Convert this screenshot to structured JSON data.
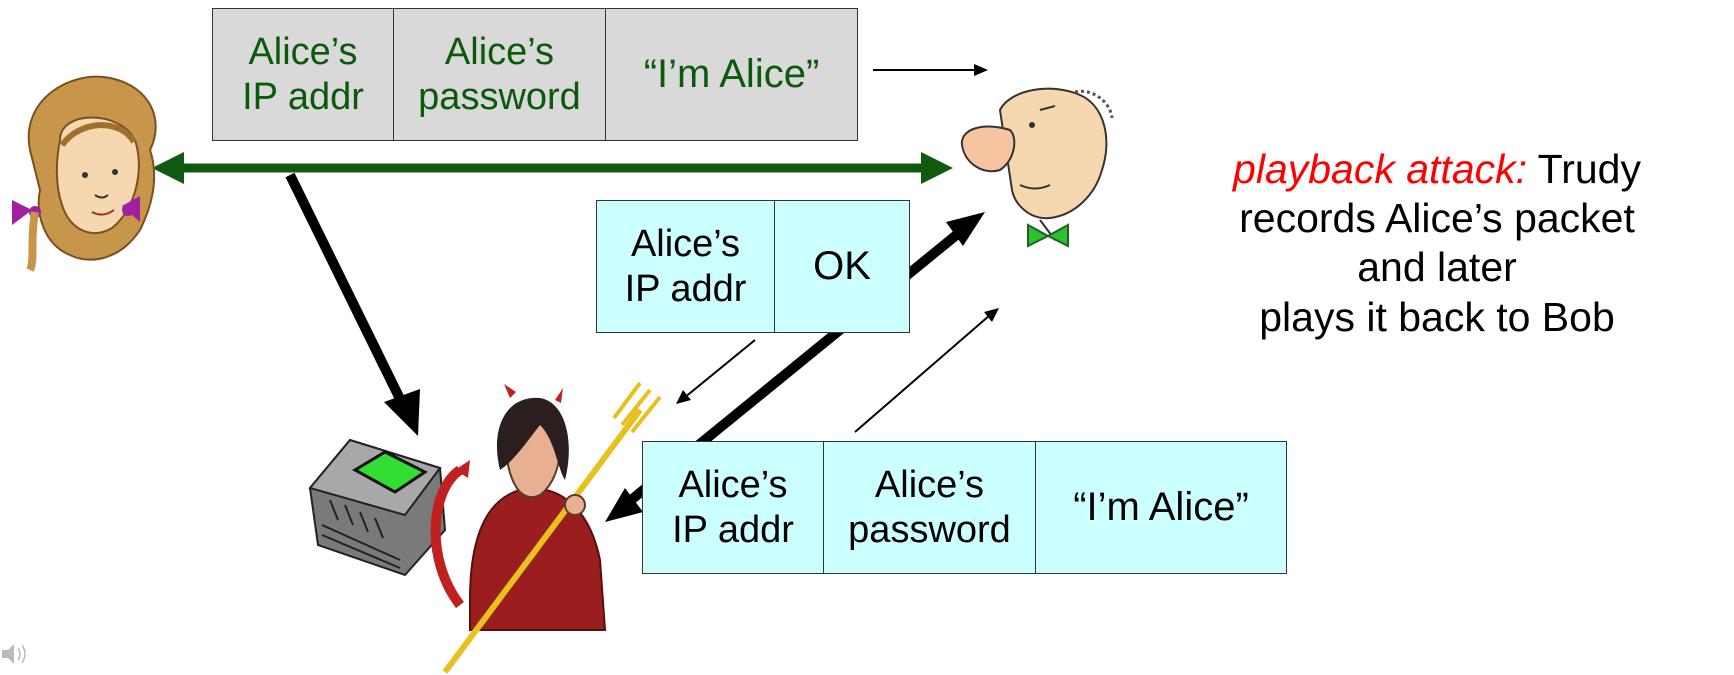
{
  "colors": {
    "legit_flow": "#0f5a0f",
    "attack_flow": "#000000",
    "highlight": "#ff0000",
    "packet_gray": "#d9d9d9",
    "packet_cyan": "#ccffff"
  },
  "icons": [
    "alice-icon",
    "bob-icon",
    "trudy-icon",
    "recorder-icon",
    "speaker-icon"
  ],
  "packet_top": {
    "ip": "Alice’s\nIP addr",
    "password": "Alice’s\npassword",
    "msg": "“I’m Alice”"
  },
  "packet_ok": {
    "ip": "Alice’s\nIP addr",
    "msg": "OK"
  },
  "packet_bottom": {
    "ip": "Alice’s\nIP addr",
    "password": "Alice’s\npassword",
    "msg": "“I’m Alice”"
  },
  "caption": {
    "emphasis": "playback attack:",
    "line1_rest": " Trudy",
    "line2": "records Alice’s packet",
    "line3": "and later",
    "line4": "plays it back to Bob"
  }
}
